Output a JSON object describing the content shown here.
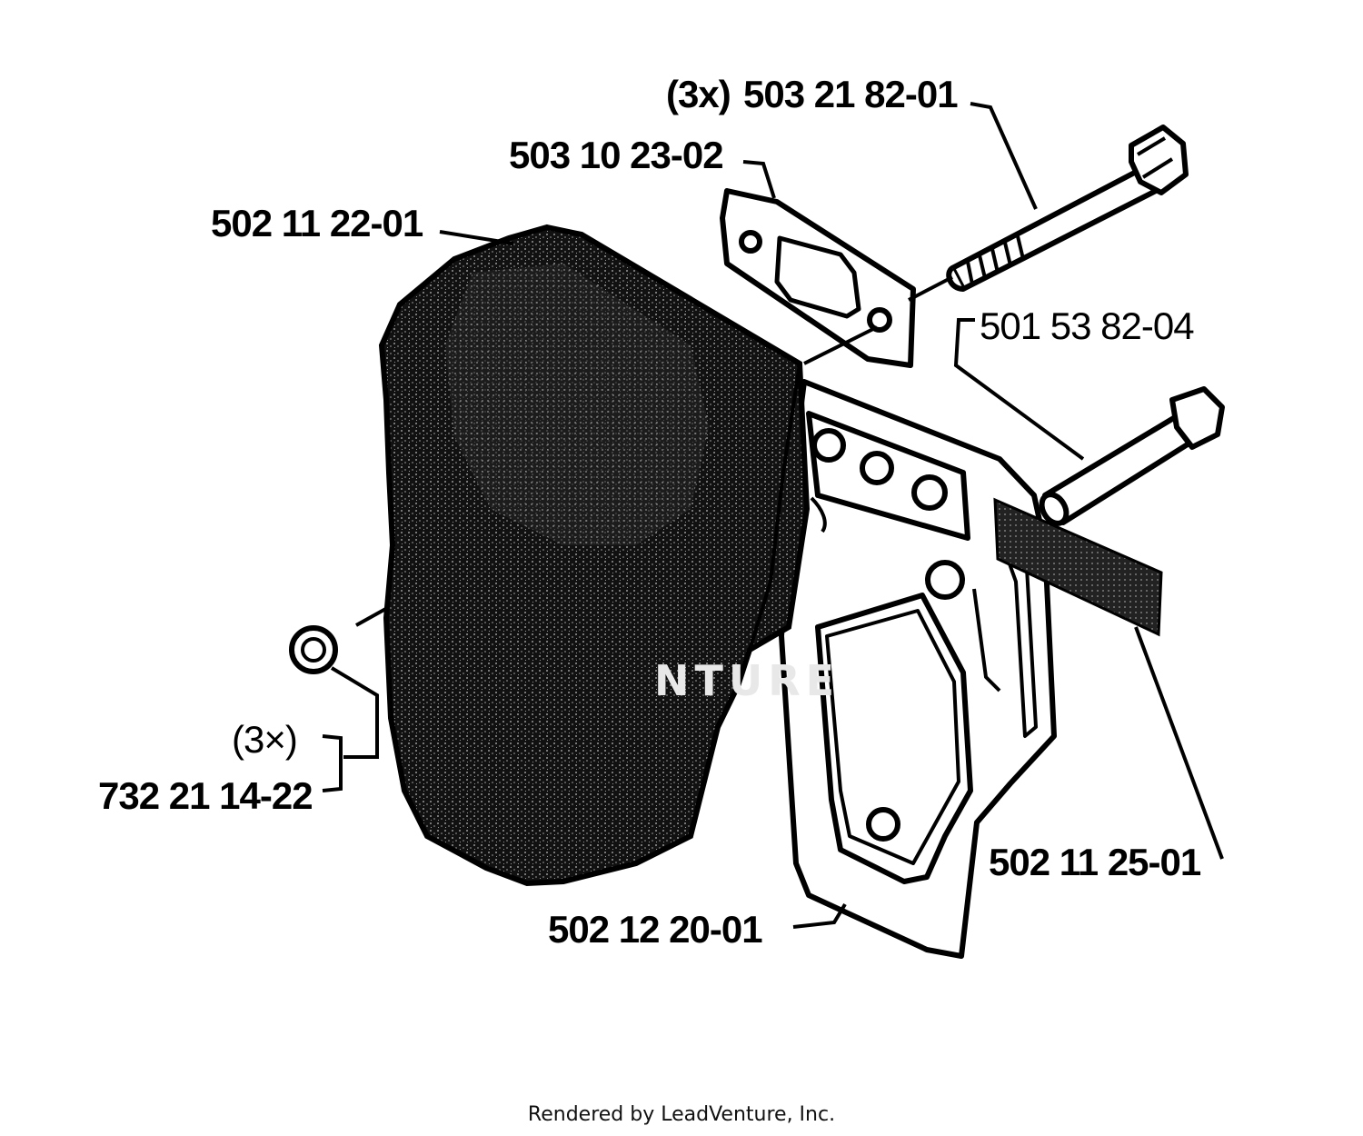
{
  "diagram": {
    "watermark": "NTURE",
    "labels": {
      "screw_qty": "(3x)",
      "screw_part": "503 21 82-01",
      "gasket": "503 10 23-02",
      "muffler": "502 11 22-01",
      "pin": "501 53 82-04",
      "nut_qty": "(3×)",
      "nut_part": "732 21 14-22",
      "spark_screen": "502 11 25-01",
      "bracket": "502 12 20-01"
    },
    "footer": "Rendered by LeadVenture, Inc."
  }
}
